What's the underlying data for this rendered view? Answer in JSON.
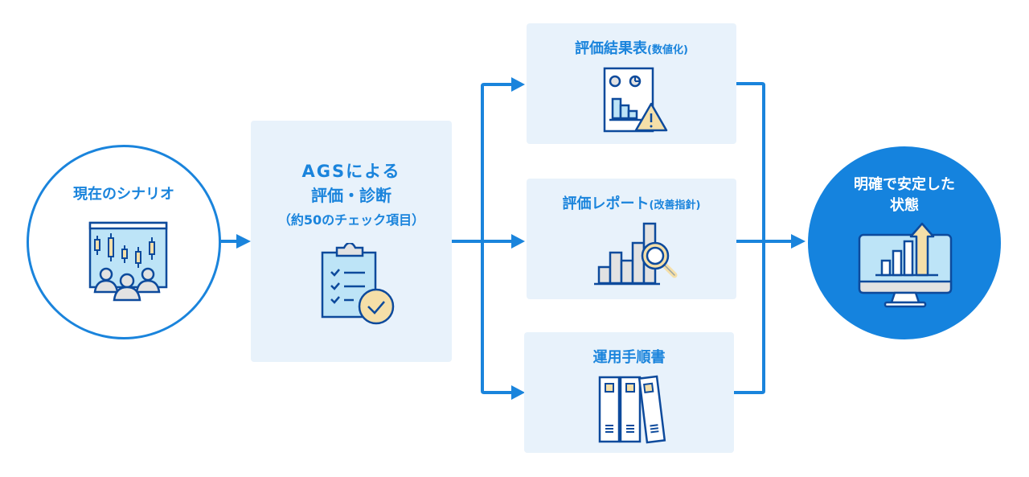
{
  "diagram": {
    "start": {
      "label": "現在のシナリオ",
      "icon": "candlestick-chart-with-audience-icon"
    },
    "assessment": {
      "line1": "AGSによる",
      "line2": "評価・診断",
      "line3": "（約50のチェック項目）",
      "icon": "clipboard-checklist-icon"
    },
    "outputs": [
      {
        "label": "評価結果表",
        "paren": "(数値化)",
        "icon": "report-sheet-warning-icon"
      },
      {
        "label": "評価レポート",
        "paren": "(改善指針)",
        "icon": "bar-chart-magnifier-icon"
      },
      {
        "label": "運用手順書",
        "paren": "",
        "icon": "binders-icon"
      }
    ],
    "end": {
      "line1": "明確で安定した",
      "line2": "状態",
      "icon": "monitor-rising-chart-icon"
    },
    "colors": {
      "accent": "#1a84dc",
      "box_bg": "#e8f2fb",
      "end_circle": "#1583de",
      "icon_stroke": "#0d4a9c",
      "icon_fill_light": "#bde4f7",
      "icon_fill_yellow": "#f5dfa8",
      "icon_fill_gray": "#e2e2e2"
    }
  }
}
